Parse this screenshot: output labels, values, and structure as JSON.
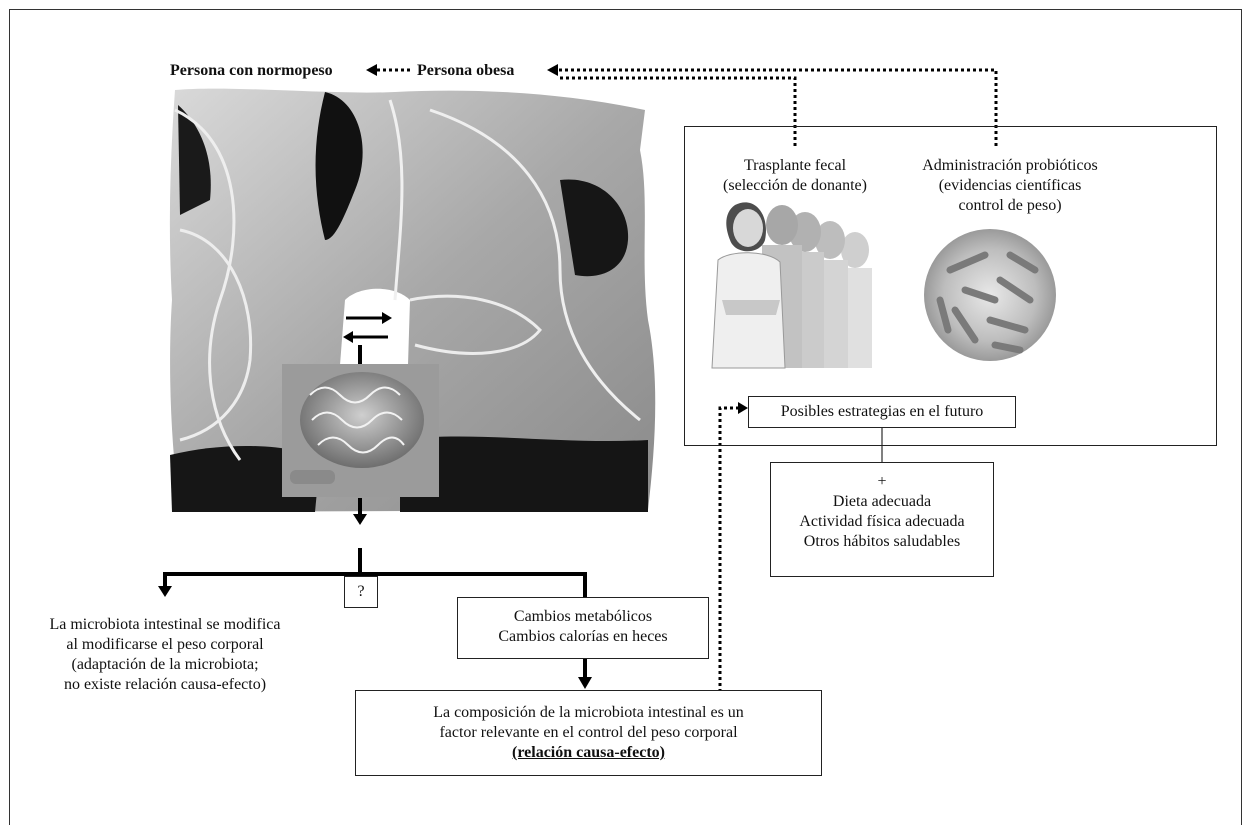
{
  "top": {
    "normal_weight_label": "Persona con normopeso",
    "obese_label": "Persona obesa"
  },
  "strategies": {
    "fecal_title": "Trasplante fecal",
    "fecal_sub": "(selección de donante)",
    "probiotics_title": "Administración probióticos",
    "probiotics_sub1": "(evidencias científicas",
    "probiotics_sub2": "control de peso)",
    "future_label": "Posibles estrategias en el futuro"
  },
  "habits": {
    "plus": "+",
    "line1": "Dieta adecuada",
    "line2": "Actividad física adecuada",
    "line3": "Otros hábitos saludables"
  },
  "question_mark": "?",
  "left_branch": {
    "line1": "La microbiota intestinal se modifica",
    "line2": "al modificarse el peso corporal",
    "line3": "(adaptación de la microbiota;",
    "line4": "no existe relación causa-efecto)"
  },
  "metabolic": {
    "line1": "Cambios metabólicos",
    "line2": "Cambios calorías en heces"
  },
  "conclusion": {
    "line1": "La composición de la microbiota intestinal es un",
    "line2": "factor relevante en el control del peso corporal",
    "line3": "(relación causa-efecto)"
  }
}
